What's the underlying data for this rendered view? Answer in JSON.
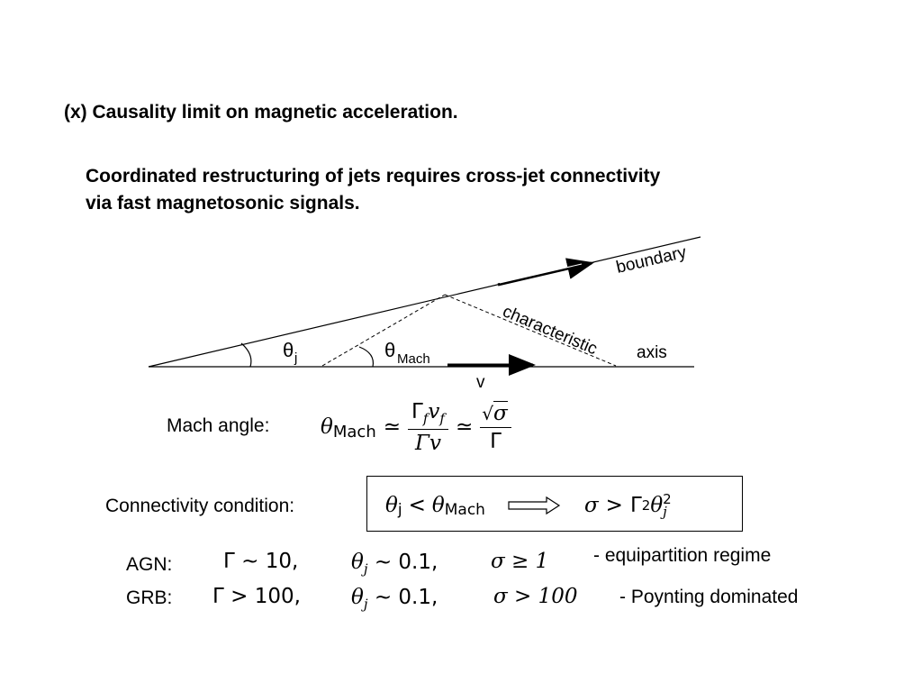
{
  "slide": {
    "heading": "(x) Causality limit on magnetic acceleration.",
    "subtitle_line1": "Coordinated restructuring of jets requires cross-jet connectivity",
    "subtitle_line2": "via fast magnetosonic signals."
  },
  "diagram": {
    "boundary_label": "boundary",
    "characteristic_label": "characteristic",
    "axis_label": "axis",
    "velocity_label": "v",
    "theta_symbol": "θ",
    "theta_j_sub": "j",
    "theta_mach_sub": "Mach"
  },
  "mach_angle": {
    "label": "Mach angle:",
    "theta": "θ",
    "sub": "Mach",
    "approx1": "≃",
    "numerator_gamma": "Γ",
    "numerator_gamma_sub": "f",
    "numerator_v": "v",
    "numerator_v_sub": "f",
    "denominator": "Γv",
    "approx2": "≃",
    "sqrt_sigma": "σ",
    "gamma_den": "Γ"
  },
  "connectivity": {
    "label": "Connectivity condition:",
    "theta": "θ",
    "j_sub": "j",
    "less": "<",
    "mach_theta": "θ",
    "mach_sub": "Mach",
    "sigma": "σ",
    "greater": ">",
    "gamma": "Γ",
    "gamma_sup": "2",
    "theta2": "θ",
    "theta2_sup": "2",
    "theta2_sub": "j"
  },
  "agn": {
    "label": "AGN:",
    "gamma_expr": "Γ ∼ 10,",
    "theta_expr": "θ",
    "theta_sub": "j",
    "theta_val": " ∼ 0.1,",
    "sigma_expr": "σ ≥ 1",
    "note": "- equipartition regime"
  },
  "grb": {
    "label": "GRB:",
    "gamma_expr": "Γ > 100,",
    "theta_expr": "θ",
    "theta_sub": "j",
    "theta_val": " ∼ 0.1,",
    "sigma_expr": "σ > 100",
    "note": "- Poynting dominated"
  }
}
